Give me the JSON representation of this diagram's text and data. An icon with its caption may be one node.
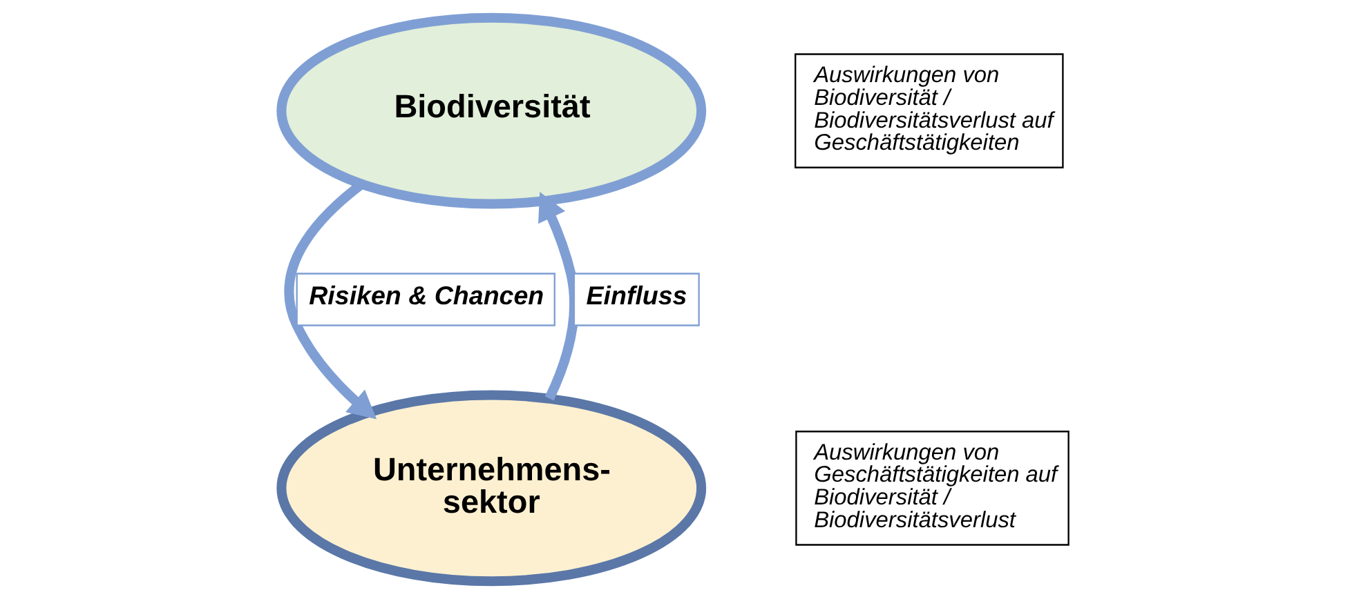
{
  "diagram": {
    "nodes": [
      {
        "text": [
          "Biodiversität"
        ]
      },
      {
        "text": [
          "Unternehmens- sektor"
        ]
      },
      {
        "text": [
          "Auswirkungen von Biodiversität / Biodiversitätsverlust auf Geschäftstätigkeiten"
        ]
      },
      {
        "text": [
          "Auswirkungen von Geschäftstätigkeiten auf Biodiversität / Biodiversitätsverlust"
        ]
      }
    ],
    "edges": [
      {
        "from": 0,
        "to": 1,
        "arrow": "to",
        "label": "Risiken & Chancen"
      },
      {
        "from": 1,
        "to": 0,
        "arrow": "to",
        "label": "Einfluss"
      }
    ]
  }
}
